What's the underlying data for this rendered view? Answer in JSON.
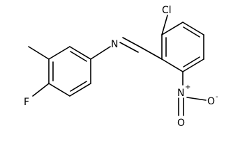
{
  "molecule": {
    "atoms": {
      "chlorine": "Cl",
      "fluorine": "F",
      "imine_nitrogen": "N",
      "nitro_nitrogen": "N",
      "nitro_plus": "+",
      "nitro_oxygen_a": "O",
      "nitro_oxygen_minus": "-",
      "nitro_oxygen_b": "O"
    }
  }
}
